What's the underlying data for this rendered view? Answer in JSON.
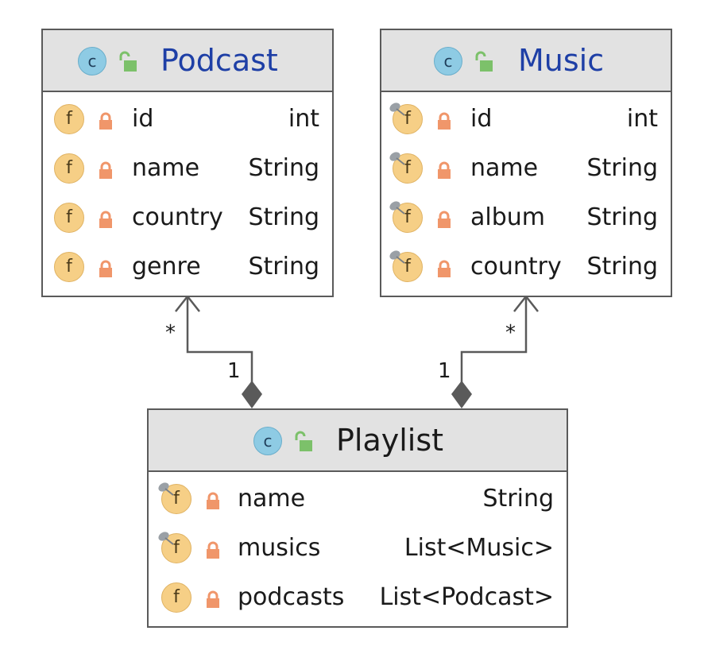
{
  "classes": {
    "podcast": {
      "name": "Podcast",
      "badge": "c",
      "visibility": "public",
      "fields": [
        {
          "badge": "f",
          "name": "id",
          "type": "int",
          "pinned": false
        },
        {
          "badge": "f",
          "name": "name",
          "type": "String",
          "pinned": false
        },
        {
          "badge": "f",
          "name": "country",
          "type": "String",
          "pinned": false
        },
        {
          "badge": "f",
          "name": "genre",
          "type": "String",
          "pinned": false
        }
      ]
    },
    "music": {
      "name": "Music",
      "badge": "c",
      "visibility": "public",
      "fields": [
        {
          "badge": "f",
          "name": "id",
          "type": "int",
          "pinned": true
        },
        {
          "badge": "f",
          "name": "name",
          "type": "String",
          "pinned": true
        },
        {
          "badge": "f",
          "name": "album",
          "type": "String",
          "pinned": true
        },
        {
          "badge": "f",
          "name": "country",
          "type": "String",
          "pinned": true
        }
      ]
    },
    "playlist": {
      "name": "Playlist",
      "badge": "c",
      "visibility": "public",
      "fields": [
        {
          "badge": "f",
          "name": "name",
          "type": "String",
          "pinned": true
        },
        {
          "badge": "f",
          "name": "musics",
          "type": "List<Music>",
          "pinned": true
        },
        {
          "badge": "f",
          "name": "podcasts",
          "type": "List<Podcast>",
          "pinned": false
        }
      ]
    }
  },
  "relations": [
    {
      "from": "Playlist",
      "to": "Podcast",
      "kind": "composition",
      "source_multiplicity": "1",
      "target_multiplicity": "*"
    },
    {
      "from": "Playlist",
      "to": "Music",
      "kind": "composition",
      "source_multiplicity": "1",
      "target_multiplicity": "*"
    }
  ],
  "colors": {
    "header_bg": "#e2e2e2",
    "border": "#5a5a5a",
    "class_badge": "#8ecbe4",
    "field_badge": "#f6cf86",
    "lock": "#f0966a",
    "unlock": "#7cc16a",
    "title_blue": "#1e3fa6",
    "connector": "#5a5a5a"
  },
  "icons": {
    "class": "class-c-icon",
    "public": "unlocked-icon",
    "private": "lock-icon",
    "field": "field-f-icon",
    "final": "pin-icon"
  }
}
